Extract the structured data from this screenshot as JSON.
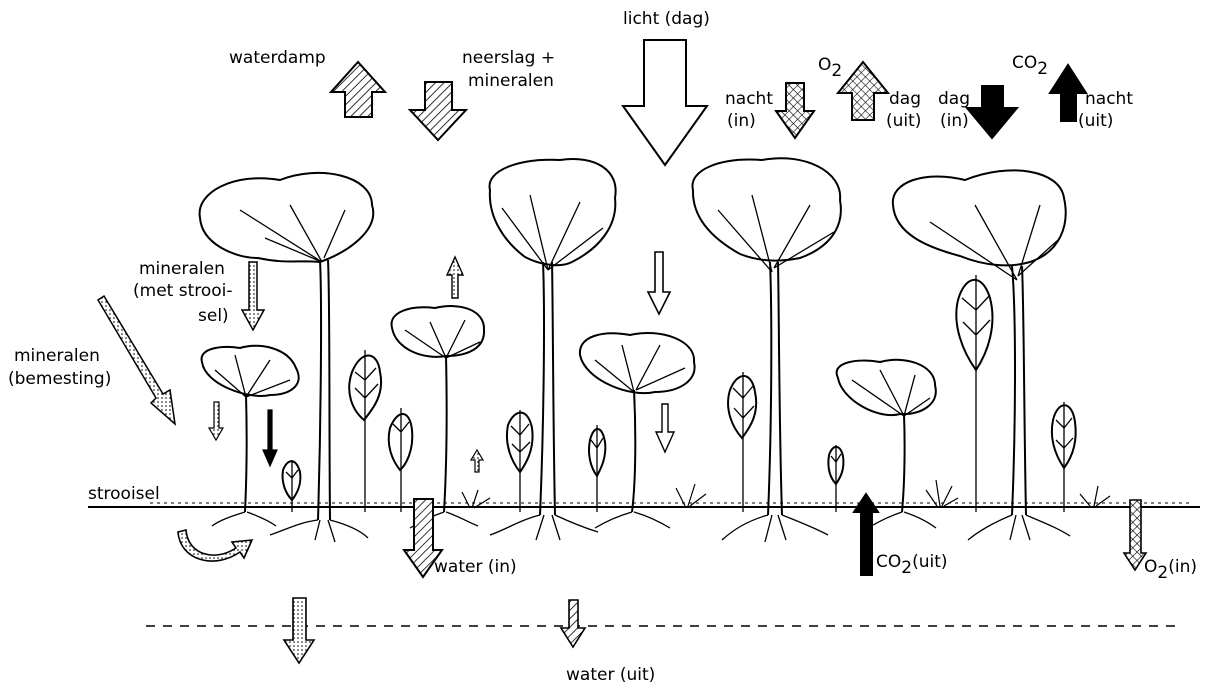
{
  "labels": {
    "licht": "licht (dag)",
    "waterdamp": "waterdamp",
    "neerslag_1": "neerslag +",
    "neerslag_2": "mineralen",
    "o2_head": "O",
    "o2_sub": "2",
    "co2_head": "CO",
    "co2_sub": "2",
    "nacht_in_1": "nacht",
    "nacht_in_2": "(in)",
    "dag_uit_1": "dag",
    "dag_uit_2": "(uit)",
    "dag_in_1": "dag",
    "dag_in_2": "(in)",
    "nacht_uit_1": "nacht",
    "nacht_uit_2": "(uit)",
    "min_strooisel_1": "mineralen",
    "min_strooisel_2": "(met strooi-",
    "min_strooisel_3": "sel)",
    "min_bemesting_1": "mineralen",
    "min_bemesting_2": "(bemesting)",
    "strooisel": "strooisel",
    "water_in": "water (in)",
    "co2_uit_main": "CO",
    "co2_uit_sub": "2",
    "co2_uit_tail": "(uit)",
    "o2_in_main": "O",
    "o2_in_sub": "2",
    "o2_in_tail": "(in)",
    "water_uit": "water (uit)"
  }
}
